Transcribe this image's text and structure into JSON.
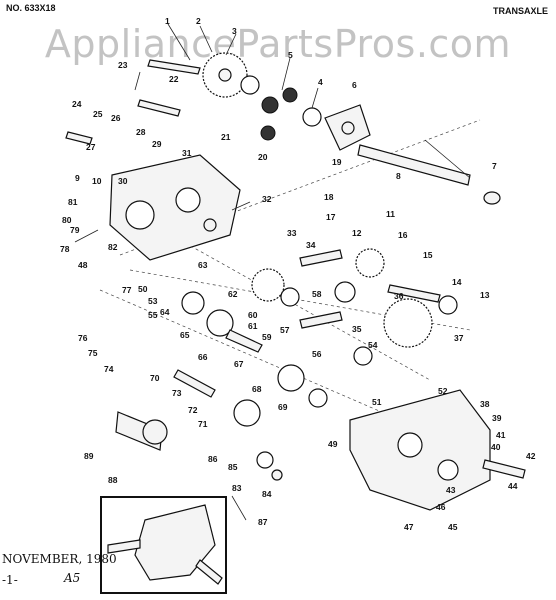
{
  "header": {
    "doc_number": "NO. 633X18",
    "section_title": "TRANSAXLE"
  },
  "watermark": {
    "text": "AppliancePartsPros.com"
  },
  "footer": {
    "date": "NOVEMBER, 1980",
    "page": "-1-",
    "revision": "A5"
  },
  "callouts": [
    "1",
    "2",
    "3",
    "4",
    "5",
    "6",
    "7",
    "8",
    "9",
    "10",
    "11",
    "12",
    "13",
    "14",
    "15",
    "16",
    "17",
    "18",
    "19",
    "20",
    "21",
    "22",
    "23",
    "24",
    "25",
    "26",
    "27",
    "28",
    "29",
    "30",
    "31",
    "32",
    "33",
    "34",
    "35",
    "36",
    "37",
    "38",
    "39",
    "40",
    "41",
    "42",
    "43",
    "44",
    "45",
    "46",
    "47",
    "48",
    "49",
    "50",
    "51",
    "52",
    "53",
    "54",
    "55",
    "56",
    "57",
    "58",
    "59",
    "60",
    "61",
    "62",
    "63",
    "64",
    "65",
    "66",
    "67",
    "68",
    "69",
    "70",
    "71",
    "72",
    "73",
    "74",
    "75",
    "76",
    "77",
    "78",
    "79",
    "80",
    "81",
    "82",
    "83",
    "84",
    "85",
    "86",
    "87",
    "88",
    "89"
  ]
}
